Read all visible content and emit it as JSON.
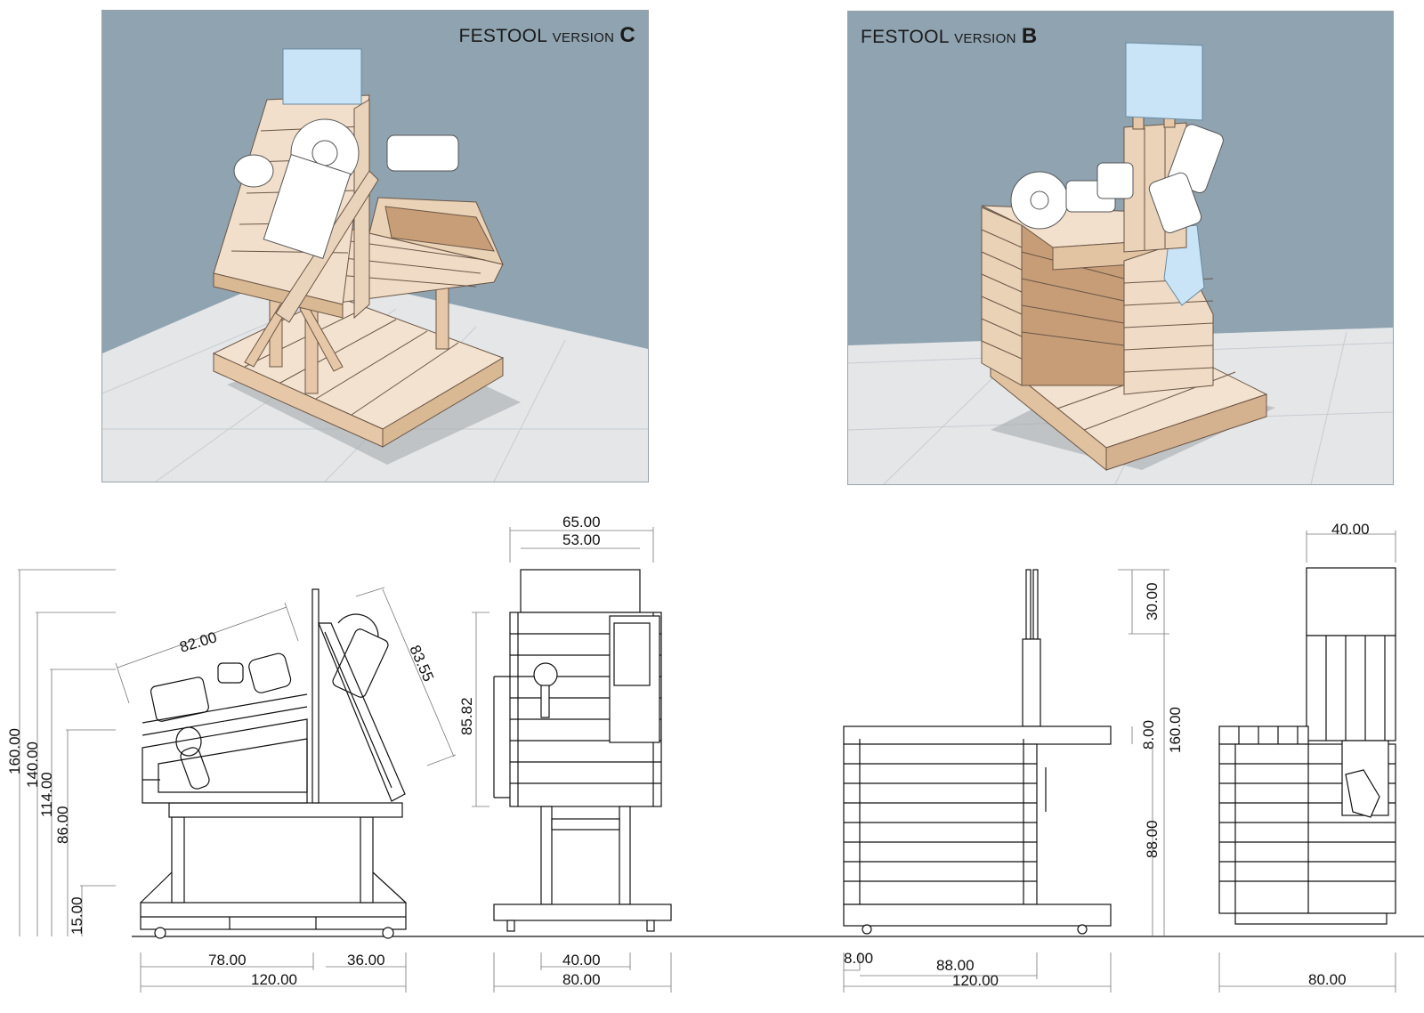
{
  "panel_c": {
    "title_brand": "FESTOOL",
    "title_word": "VERSION",
    "title_letter": "C"
  },
  "panel_b": {
    "title_brand": "FESTOOL",
    "title_word": "VERSION",
    "title_letter": "B"
  },
  "colors": {
    "wall": "#8fa3b1",
    "floor": "#e6e8ea",
    "wood_light": "#f3e2cf",
    "wood_mid": "#e6c8a8",
    "wood_dark": "#b89272",
    "glass": "#c9e4f6"
  },
  "dimensions": {
    "c_side": {
      "h160": "160.00",
      "h140": "140.00",
      "h114": "114.00",
      "h86": "86.00",
      "h15": "15.00",
      "diag82": "82.00",
      "diag83": "83.55",
      "w78": "78.00",
      "w36": "36.00",
      "w120": "120.00"
    },
    "c_front": {
      "w65": "65.00",
      "w53": "53.00",
      "h85": "85.82",
      "w40": "40.00",
      "w80": "80.00"
    },
    "b_side": {
      "h30": "30.00",
      "h8": "8.00",
      "h160": "160.00",
      "h88": "88.00",
      "w8": "8.00",
      "w88": "88.00",
      "w120": "120.00"
    },
    "b_front": {
      "w40": "40.00",
      "w80": "80.00"
    }
  }
}
